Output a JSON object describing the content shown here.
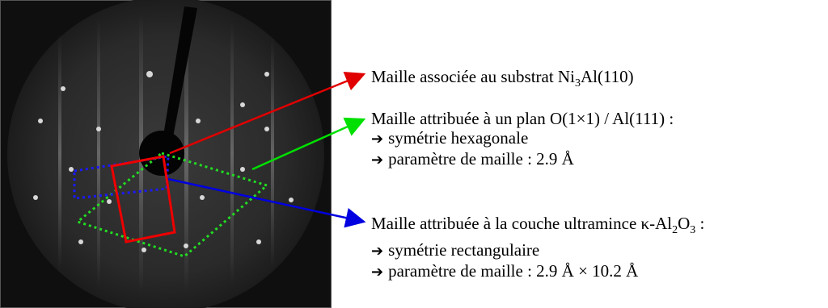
{
  "annotations": {
    "substrate": {
      "main": "Maille associée au substrat Ni",
      "sub": "3",
      "tail": "Al(110)",
      "color": "#e00000"
    },
    "o_plane": {
      "main": "Maille attribuée à un plan O(1×1) / Al(111) :",
      "line2": "symétrie hexagonale",
      "line3": "paramètre de maille : 2.9 Å",
      "color": "#00e000"
    },
    "alumina": {
      "main_a": "Maille attribuée à la couche ultramince κ-Al",
      "sub1": "2",
      "main_b": "O",
      "sub2": "3",
      "main_c": " :",
      "line2": "symétrie rectangulaire",
      "line3": "paramètre de maille : 2.9 Å × 10.2 Å",
      "color": "#0000e0"
    },
    "bullet_icon": "right-arrow-icon"
  },
  "leed_pattern": {
    "frame_color": "#111111",
    "screen_color": "#2e2e2e",
    "spot_color": "#d0d0d0",
    "blue_cell_color": "#1a1aff"
  }
}
